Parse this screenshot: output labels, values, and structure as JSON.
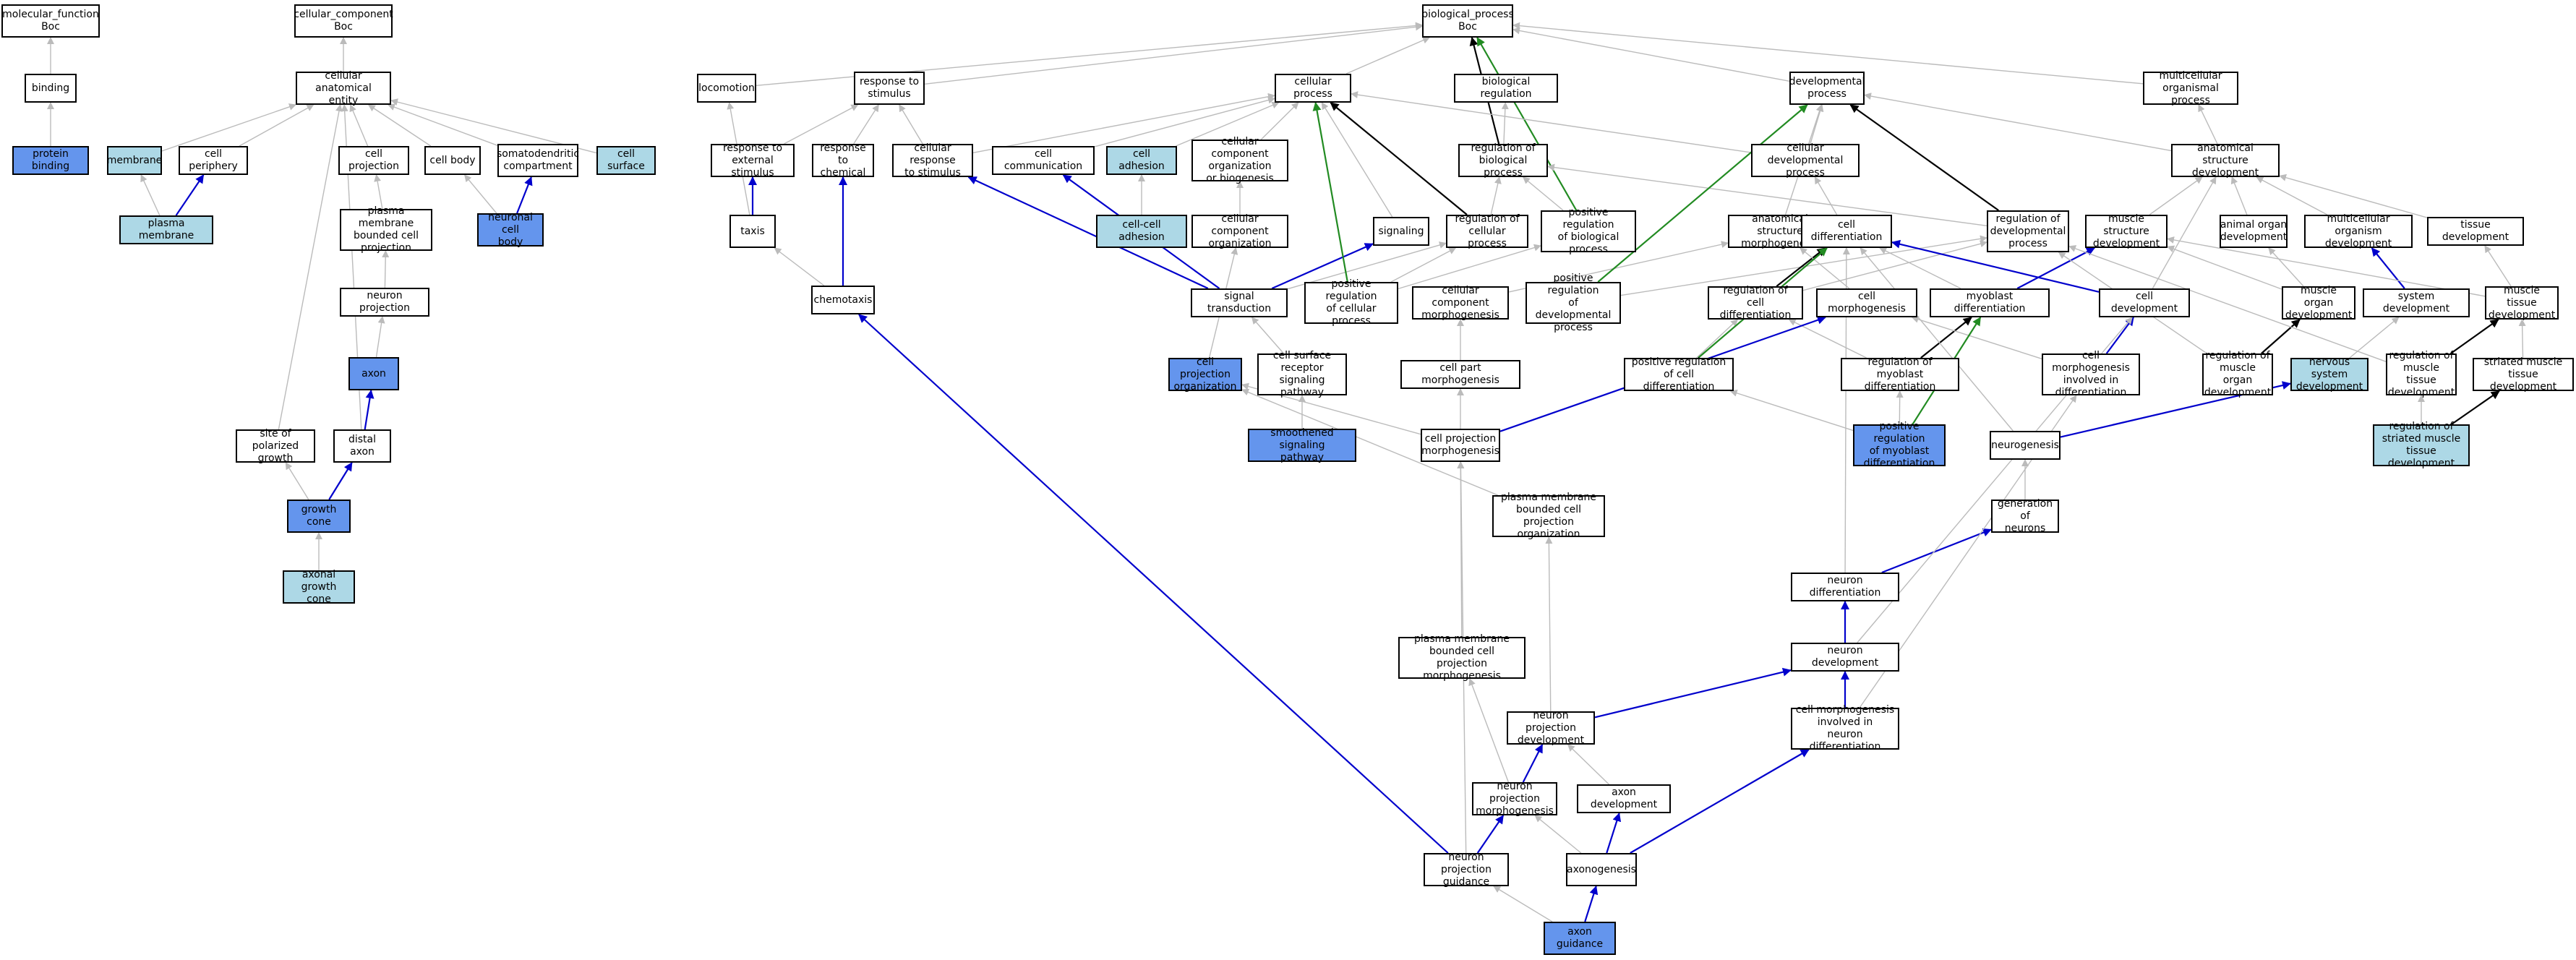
{
  "colors": {
    "plain": "#ffffff",
    "light": "#add8e6",
    "dark": "#6495ed",
    "edge_is_a": "#bbbbbb",
    "edge_regulates": "#000000",
    "edge_part_of": "#0000cc",
    "edge_pos_reg": "#228b22"
  },
  "nodes": [
    {
      "id": "mf",
      "label": "molecular_function\nBoc",
      "fill": "plain"
    },
    {
      "id": "cc",
      "label": "cellular_component\nBoc",
      "fill": "plain"
    },
    {
      "id": "bp",
      "label": "biological_process\nBoc",
      "fill": "plain"
    },
    {
      "id": "binding",
      "label": "binding",
      "fill": "plain"
    },
    {
      "id": "protbind",
      "label": "protein binding",
      "fill": "dark"
    },
    {
      "id": "cae",
      "label": "cellular anatomical\nentity",
      "fill": "plain"
    },
    {
      "id": "membrane",
      "label": "membrane",
      "fill": "light"
    },
    {
      "id": "cellperiph",
      "label": "cell periphery",
      "fill": "plain"
    },
    {
      "id": "plasmem",
      "label": "plasma membrane",
      "fill": "light"
    },
    {
      "id": "cellproj",
      "label": "cell projection",
      "fill": "plain"
    },
    {
      "id": "cellbody",
      "label": "cell body",
      "fill": "plain"
    },
    {
      "id": "somato",
      "label": "somatodendritic\ncompartment",
      "fill": "plain"
    },
    {
      "id": "cellsurf",
      "label": "cell surface",
      "fill": "light"
    },
    {
      "id": "neubody",
      "label": "neuronal cell\nbody",
      "fill": "dark"
    },
    {
      "id": "pmbcp",
      "label": "plasma membrane\nbounded cell\nprojection",
      "fill": "plain"
    },
    {
      "id": "neuproj",
      "label": "neuron projection",
      "fill": "plain"
    },
    {
      "id": "axon",
      "label": "axon",
      "fill": "dark"
    },
    {
      "id": "sitepol",
      "label": "site of polarized\ngrowth",
      "fill": "plain"
    },
    {
      "id": "distaxon",
      "label": "distal axon",
      "fill": "plain"
    },
    {
      "id": "growthcone",
      "label": "growth cone",
      "fill": "dark"
    },
    {
      "id": "axgc",
      "label": "axonal growth\ncone",
      "fill": "light"
    },
    {
      "id": "locomotion",
      "label": "locomotion",
      "fill": "plain"
    },
    {
      "id": "respstim",
      "label": "response to\nstimulus",
      "fill": "plain"
    },
    {
      "id": "cellproc",
      "label": "cellular process",
      "fill": "plain"
    },
    {
      "id": "bioreg",
      "label": "biological regulation",
      "fill": "plain"
    },
    {
      "id": "devproc",
      "label": "developmental\nprocess",
      "fill": "plain"
    },
    {
      "id": "mop",
      "label": "multicellular\norganismal process",
      "fill": "plain"
    },
    {
      "id": "respext",
      "label": "response to\nexternal stimulus",
      "fill": "plain"
    },
    {
      "id": "respchem",
      "label": "response to\nchemical",
      "fill": "plain"
    },
    {
      "id": "cellresp",
      "label": "cellular response\nto stimulus",
      "fill": "plain"
    },
    {
      "id": "cellcomm",
      "label": "cell communication",
      "fill": "plain"
    },
    {
      "id": "celladh",
      "label": "cell adhesion",
      "fill": "light"
    },
    {
      "id": "ccob",
      "label": "cellular component\norganization\nor biogenesis",
      "fill": "plain"
    },
    {
      "id": "regbp",
      "label": "regulation of\nbiological process",
      "fill": "plain"
    },
    {
      "id": "celldevproc",
      "label": "cellular developmental\nprocess",
      "fill": "plain"
    },
    {
      "id": "asd",
      "label": "anatomical structure\ndevelopment",
      "fill": "plain"
    },
    {
      "id": "taxis",
      "label": "taxis",
      "fill": "plain"
    },
    {
      "id": "ccadh",
      "label": "cell-cell adhesion",
      "fill": "light"
    },
    {
      "id": "cco",
      "label": "cellular component\norganization",
      "fill": "plain"
    },
    {
      "id": "signaling",
      "label": "signaling",
      "fill": "plain"
    },
    {
      "id": "regcp",
      "label": "regulation of\ncellular process",
      "fill": "plain"
    },
    {
      "id": "posregbp",
      "label": "positive regulation\nof biological\nprocess",
      "fill": "plain"
    },
    {
      "id": "asm",
      "label": "anatomical structure\nmorphogenesis",
      "fill": "plain"
    },
    {
      "id": "celldiff",
      "label": "cell differentiation",
      "fill": "plain"
    },
    {
      "id": "regdev",
      "label": "regulation of\ndevelopmental\nprocess",
      "fill": "plain"
    },
    {
      "id": "msd",
      "label": "muscle structure\ndevelopment",
      "fill": "plain"
    },
    {
      "id": "aod",
      "label": "animal organ\ndevelopment",
      "fill": "plain"
    },
    {
      "id": "mcod",
      "label": "multicellular\norganism development",
      "fill": "plain"
    },
    {
      "id": "tissdev",
      "label": "tissue development",
      "fill": "plain"
    },
    {
      "id": "chemotaxis",
      "label": "chemotaxis",
      "fill": "plain"
    },
    {
      "id": "sigtrans",
      "label": "signal transduction",
      "fill": "plain"
    },
    {
      "id": "posregcp",
      "label": "positive regulation\nof cellular\nprocess",
      "fill": "plain"
    },
    {
      "id": "ccmorph",
      "label": "cellular component\nmorphogenesis",
      "fill": "plain"
    },
    {
      "id": "posregdev",
      "label": "positive regulation\nof developmental\nprocess",
      "fill": "plain"
    },
    {
      "id": "regcelldiff",
      "label": "regulation of\ncell differentiation",
      "fill": "plain"
    },
    {
      "id": "cellmorph",
      "label": "cell morphogenesis",
      "fill": "plain"
    },
    {
      "id": "myodiff",
      "label": "myoblast differentiation",
      "fill": "plain"
    },
    {
      "id": "celldev",
      "label": "cell development",
      "fill": "plain"
    },
    {
      "id": "mod",
      "label": "muscle organ\ndevelopment",
      "fill": "plain"
    },
    {
      "id": "sysdev",
      "label": "system development",
      "fill": "plain"
    },
    {
      "id": "mtd",
      "label": "muscle tissue\ndevelopment",
      "fill": "plain"
    },
    {
      "id": "cpo",
      "label": "cell projection\norganization",
      "fill": "dark"
    },
    {
      "id": "csrsp",
      "label": "cell surface\nreceptor signaling\npathway",
      "fill": "plain"
    },
    {
      "id": "cpm",
      "label": "cell part morphogenesis",
      "fill": "plain"
    },
    {
      "id": "posregcd",
      "label": "positive regulation\nof cell differentiation",
      "fill": "plain"
    },
    {
      "id": "regmyo",
      "label": "regulation of\nmyoblast differentiation",
      "fill": "plain"
    },
    {
      "id": "cmid",
      "label": "cell morphogenesis\ninvolved in\ndifferentiation",
      "fill": "plain"
    },
    {
      "id": "regmod",
      "label": "regulation of\nmuscle organ\ndevelopment",
      "fill": "plain"
    },
    {
      "id": "nsd",
      "label": "nervous system\ndevelopment",
      "fill": "light"
    },
    {
      "id": "regmtd",
      "label": "regulation of\nmuscle tissue\ndevelopment",
      "fill": "plain"
    },
    {
      "id": "smtd",
      "label": "striated muscle\ntissue development",
      "fill": "plain"
    },
    {
      "id": "ssp",
      "label": "smoothened signaling\npathway",
      "fill": "dark"
    },
    {
      "id": "cpmorph",
      "label": "cell projection\nmorphogenesis",
      "fill": "plain"
    },
    {
      "id": "posregmyo",
      "label": "positive regulation\nof myoblast\ndifferentiation",
      "fill": "dark"
    },
    {
      "id": "neurogenesis",
      "label": "neurogenesis",
      "fill": "plain"
    },
    {
      "id": "regsmtd",
      "label": "regulation of\nstriated muscle\ntissue development",
      "fill": "light"
    },
    {
      "id": "pmbcpo",
      "label": "plasma membrane\nbounded cell\nprojection organization",
      "fill": "plain"
    },
    {
      "id": "genneu",
      "label": "generation of\nneurons",
      "fill": "plain"
    },
    {
      "id": "neudiff",
      "label": "neuron differentiation",
      "fill": "plain"
    },
    {
      "id": "pmbcpm",
      "label": "plasma membrane\nbounded cell\nprojection morphogenesis",
      "fill": "plain"
    },
    {
      "id": "neudev",
      "label": "neuron development",
      "fill": "plain"
    },
    {
      "id": "npd",
      "label": "neuron projection\ndevelopment",
      "fill": "plain"
    },
    {
      "id": "cmind",
      "label": "cell morphogenesis\ninvolved in\nneuron differentiation",
      "fill": "plain"
    },
    {
      "id": "npm",
      "label": "neuron projection\nmorphogenesis",
      "fill": "plain"
    },
    {
      "id": "axdev",
      "label": "axon development",
      "fill": "plain"
    },
    {
      "id": "npg",
      "label": "neuron projection\nguidance",
      "fill": "plain"
    },
    {
      "id": "axonogenesis",
      "label": "axonogenesis",
      "fill": "plain"
    },
    {
      "id": "axguid",
      "label": "axon guidance",
      "fill": "dark"
    }
  ],
  "edges": [
    [
      "binding",
      "mf",
      "is_a"
    ],
    [
      "protbind",
      "binding",
      "is_a"
    ],
    [
      "cae",
      "cc",
      "is_a"
    ],
    [
      "membrane",
      "cae",
      "is_a"
    ],
    [
      "cellperiph",
      "cae",
      "is_a"
    ],
    [
      "cellproj",
      "cae",
      "is_a"
    ],
    [
      "cellbody",
      "cae",
      "is_a"
    ],
    [
      "somato",
      "cae",
      "is_a"
    ],
    [
      "cellsurf",
      "cae",
      "is_a"
    ],
    [
      "plasmem",
      "membrane",
      "is_a"
    ],
    [
      "plasmem",
      "cellperiph",
      "part_of"
    ],
    [
      "neubody",
      "cellbody",
      "is_a"
    ],
    [
      "neubody",
      "somato",
      "part_of"
    ],
    [
      "pmbcp",
      "cellproj",
      "is_a"
    ],
    [
      "neuproj",
      "pmbcp",
      "is_a"
    ],
    [
      "axon",
      "neuproj",
      "is_a"
    ],
    [
      "distaxon",
      "axon",
      "part_of"
    ],
    [
      "distaxon",
      "cae",
      "is_a"
    ],
    [
      "sitepol",
      "cae",
      "is_a"
    ],
    [
      "growthcone",
      "sitepol",
      "is_a"
    ],
    [
      "growthcone",
      "distaxon",
      "part_of"
    ],
    [
      "axgc",
      "growthcone",
      "is_a"
    ],
    [
      "locomotion",
      "bp",
      "is_a"
    ],
    [
      "respstim",
      "bp",
      "is_a"
    ],
    [
      "cellproc",
      "bp",
      "is_a"
    ],
    [
      "bioreg",
      "bp",
      "is_a"
    ],
    [
      "devproc",
      "bp",
      "is_a"
    ],
    [
      "mop",
      "bp",
      "is_a"
    ],
    [
      "regbp",
      "bp",
      "regulates"
    ],
    [
      "posregbp",
      "bp",
      "pos_reg"
    ],
    [
      "respext",
      "respstim",
      "is_a"
    ],
    [
      "respchem",
      "respstim",
      "is_a"
    ],
    [
      "cellresp",
      "respstim",
      "is_a"
    ],
    [
      "cellresp",
      "cellproc",
      "is_a"
    ],
    [
      "cellcomm",
      "cellproc",
      "is_a"
    ],
    [
      "celladh",
      "cellproc",
      "is_a"
    ],
    [
      "ccob",
      "cellproc",
      "is_a"
    ],
    [
      "regbp",
      "bioreg",
      "is_a"
    ],
    [
      "celldevproc",
      "devproc",
      "is_a"
    ],
    [
      "celldevproc",
      "cellproc",
      "is_a"
    ],
    [
      "asd",
      "devproc",
      "is_a"
    ],
    [
      "asd",
      "mop",
      "is_a"
    ],
    [
      "taxis",
      "respext",
      "part_of"
    ],
    [
      "taxis",
      "locomotion",
      "is_a"
    ],
    [
      "ccadh",
      "celladh",
      "is_a"
    ],
    [
      "cco",
      "ccob",
      "is_a"
    ],
    [
      "signaling",
      "cellproc",
      "is_a"
    ],
    [
      "regcp",
      "regbp",
      "is_a"
    ],
    [
      "regcp",
      "cellproc",
      "regulates"
    ],
    [
      "posregbp",
      "regbp",
      "is_a"
    ],
    [
      "asm",
      "devproc",
      "is_a"
    ],
    [
      "celldiff",
      "celldevproc",
      "is_a"
    ],
    [
      "regdev",
      "regbp",
      "is_a"
    ],
    [
      "regdev",
      "devproc",
      "regulates"
    ],
    [
      "msd",
      "asd",
      "is_a"
    ],
    [
      "aod",
      "asd",
      "is_a"
    ],
    [
      "mcod",
      "asd",
      "is_a"
    ],
    [
      "tissdev",
      "asd",
      "is_a"
    ],
    [
      "chemotaxis",
      "taxis",
      "is_a"
    ],
    [
      "chemotaxis",
      "respchem",
      "part_of"
    ],
    [
      "sigtrans",
      "signaling",
      "part_of"
    ],
    [
      "sigtrans",
      "cellresp",
      "part_of"
    ],
    [
      "sigtrans",
      "cellcomm",
      "part_of"
    ],
    [
      "sigtrans",
      "regcp",
      "is_a"
    ],
    [
      "posregcp",
      "regcp",
      "is_a"
    ],
    [
      "posregcp",
      "posregbp",
      "is_a"
    ],
    [
      "posregcp",
      "cellproc",
      "pos_reg"
    ],
    [
      "ccmorph",
      "asm",
      "is_a"
    ],
    [
      "posregdev",
      "regdev",
      "is_a"
    ],
    [
      "posregdev",
      "devproc",
      "pos_reg"
    ],
    [
      "regcelldiff",
      "regdev",
      "is_a"
    ],
    [
      "regcelldiff",
      "celldiff",
      "regulates"
    ],
    [
      "cellmorph",
      "asm",
      "is_a"
    ],
    [
      "myodiff",
      "celldiff",
      "is_a"
    ],
    [
      "myodiff",
      "msd",
      "part_of"
    ],
    [
      "celldev",
      "celldiff",
      "part_of"
    ],
    [
      "celldev",
      "asd",
      "is_a"
    ],
    [
      "mod",
      "aod",
      "is_a"
    ],
    [
      "mod",
      "msd",
      "is_a"
    ],
    [
      "sysdev",
      "mcod",
      "part_of"
    ],
    [
      "mtd",
      "tissdev",
      "is_a"
    ],
    [
      "mtd",
      "msd",
      "is_a"
    ],
    [
      "cpo",
      "cco",
      "is_a"
    ],
    [
      "csrsp",
      "sigtrans",
      "is_a"
    ],
    [
      "cpm",
      "ccmorph",
      "is_a"
    ],
    [
      "posregcd",
      "regcelldiff",
      "is_a"
    ],
    [
      "posregcd",
      "celldiff",
      "pos_reg"
    ],
    [
      "regmyo",
      "regcelldiff",
      "is_a"
    ],
    [
      "regmyo",
      "myodiff",
      "regulates"
    ],
    [
      "cmid",
      "cellmorph",
      "is_a"
    ],
    [
      "cmid",
      "celldev",
      "part_of"
    ],
    [
      "regmod",
      "mod",
      "regulates"
    ],
    [
      "regmod",
      "regdev",
      "is_a"
    ],
    [
      "nsd",
      "sysdev",
      "is_a"
    ],
    [
      "regmtd",
      "mtd",
      "regulates"
    ],
    [
      "regmtd",
      "regdev",
      "is_a"
    ],
    [
      "smtd",
      "mtd",
      "is_a"
    ],
    [
      "ssp",
      "csrsp",
      "is_a"
    ],
    [
      "cpmorph",
      "cpm",
      "is_a"
    ],
    [
      "cpmorph",
      "cpo",
      "is_a"
    ],
    [
      "cpmorph",
      "cellmorph",
      "part_of"
    ],
    [
      "posregmyo",
      "regmyo",
      "is_a"
    ],
    [
      "posregmyo",
      "posregcd",
      "is_a"
    ],
    [
      "posregmyo",
      "myodiff",
      "pos_reg"
    ],
    [
      "neurogenesis",
      "nsd",
      "part_of"
    ],
    [
      "neurogenesis",
      "celldiff",
      "is_a"
    ],
    [
      "regsmtd",
      "regmtd",
      "is_a"
    ],
    [
      "regsmtd",
      "smtd",
      "regulates"
    ],
    [
      "pmbcpo",
      "cpo",
      "is_a"
    ],
    [
      "genneu",
      "neurogenesis",
      "is_a"
    ],
    [
      "neudiff",
      "genneu",
      "part_of"
    ],
    [
      "neudiff",
      "celldiff",
      "is_a"
    ],
    [
      "pmbcpm",
      "cpmorph",
      "is_a"
    ],
    [
      "neudev",
      "neudiff",
      "part_of"
    ],
    [
      "neudev",
      "celldev",
      "is_a"
    ],
    [
      "npd",
      "neudev",
      "part_of"
    ],
    [
      "npd",
      "pmbcpo",
      "is_a"
    ],
    [
      "cmind",
      "neudev",
      "part_of"
    ],
    [
      "cmind",
      "cmid",
      "is_a"
    ],
    [
      "npm",
      "npd",
      "part_of"
    ],
    [
      "npm",
      "pmbcpm",
      "is_a"
    ],
    [
      "axdev",
      "npd",
      "is_a"
    ],
    [
      "npg",
      "npm",
      "part_of"
    ],
    [
      "npg",
      "chemotaxis",
      "part_of"
    ],
    [
      "npg",
      "cpmorph",
      "is_a"
    ],
    [
      "axonogenesis",
      "axdev",
      "part_of"
    ],
    [
      "axonogenesis",
      "cmind",
      "part_of"
    ],
    [
      "axonogenesis",
      "npm",
      "is_a"
    ],
    [
      "axguid",
      "axonogenesis",
      "part_of"
    ],
    [
      "axguid",
      "npg",
      "is_a"
    ]
  ]
}
